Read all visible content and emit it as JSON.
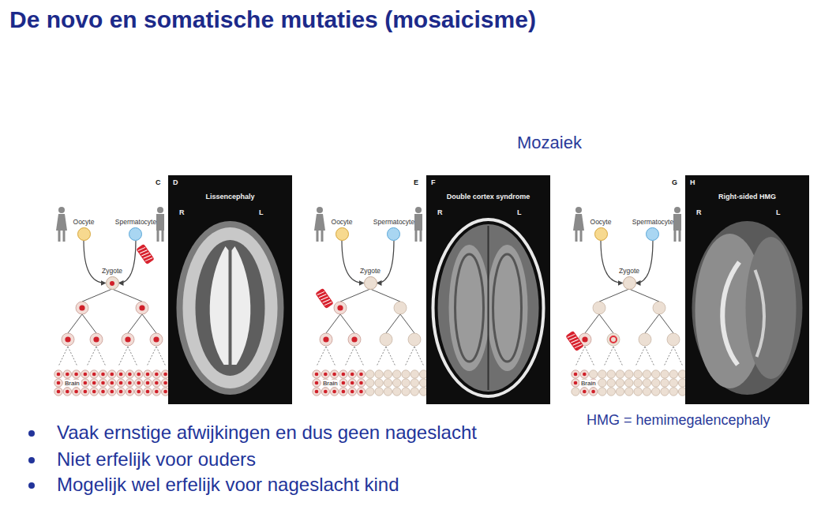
{
  "diagram": {
    "title": "De novo en somatische mutaties (mosaicisme)",
    "nodes": [
      {
        "text": [
          "Oocyte"
        ]
      },
      {
        "text": [
          "Spermatocyte"
        ]
      },
      {
        "text": [
          "Zygote"
        ]
      },
      {
        "text": [
          "D",
          "Lissencephaly",
          "R",
          "L"
        ]
      },
      {
        "text": [
          "Oocyte"
        ]
      },
      {
        "text": [
          "Spermatocyte"
        ]
      },
      {
        "text": [
          "Zygote"
        ]
      },
      {
        "text": [
          "F",
          "Double cortex syndrome",
          "R",
          "L"
        ]
      },
      {
        "text": [
          "Oocyte"
        ]
      },
      {
        "text": [
          "Spermatocyte"
        ]
      },
      {
        "text": [
          "Zygote"
        ]
      },
      {
        "text": [
          "H",
          "Right-sided HMG",
          "R",
          "L"
        ]
      }
    ],
    "edges": [
      {
        "from": 0,
        "to": 2,
        "arrow": "to"
      },
      {
        "from": 1,
        "to": 2,
        "arrow": "to"
      },
      {
        "from": 4,
        "to": 6,
        "arrow": "to"
      },
      {
        "from": 5,
        "to": 6,
        "arrow": "to"
      },
      {
        "from": 8,
        "to": 10,
        "arrow": "to"
      },
      {
        "from": 9,
        "to": 10,
        "arrow": "to"
      }
    ],
    "labels": [
      "Mozaiek",
      "C",
      "Brain",
      "E",
      "Brain",
      "G",
      "Brain",
      "HMG = hemimegalencephaly",
      "Vaak ernstige afwijkingen en dus geen nageslacht",
      "Niet erfelijk voor ouders",
      "Mogelijk wel erfelijk voor nageslacht kind"
    ]
  }
}
